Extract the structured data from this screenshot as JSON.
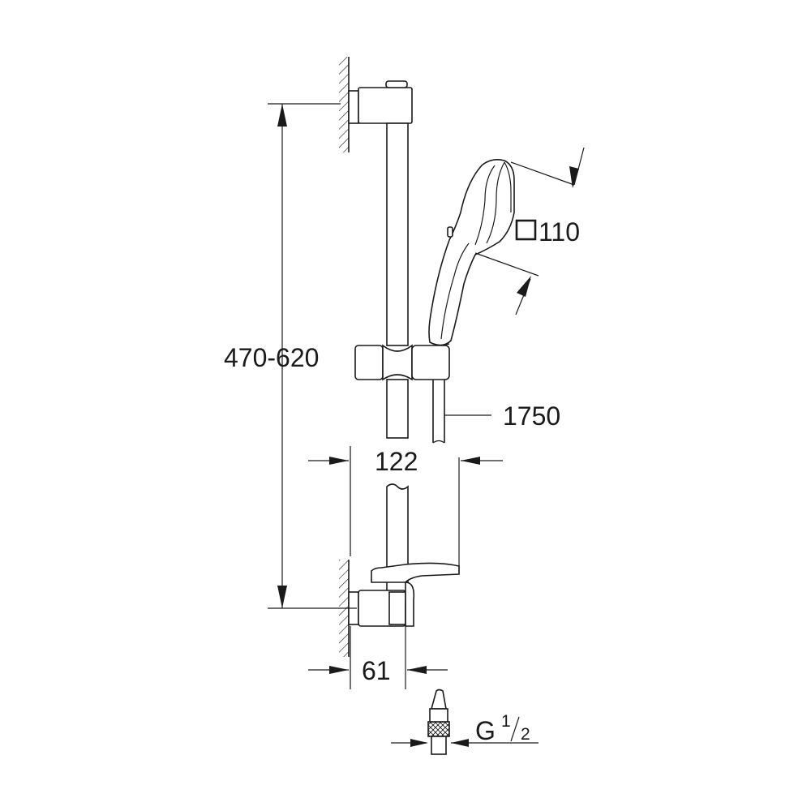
{
  "dimensions": {
    "height_range": "470-620",
    "shower_head_size": "110",
    "hose_length": "1750",
    "projection": "122",
    "wall_offset": "61",
    "connection_thread": "G",
    "thread_fraction_num": "1",
    "thread_fraction_den": "2"
  },
  "icons": {
    "square_symbol": "square-size-icon"
  },
  "colors": {
    "line": "#1a1a1a",
    "background": "#ffffff"
  }
}
